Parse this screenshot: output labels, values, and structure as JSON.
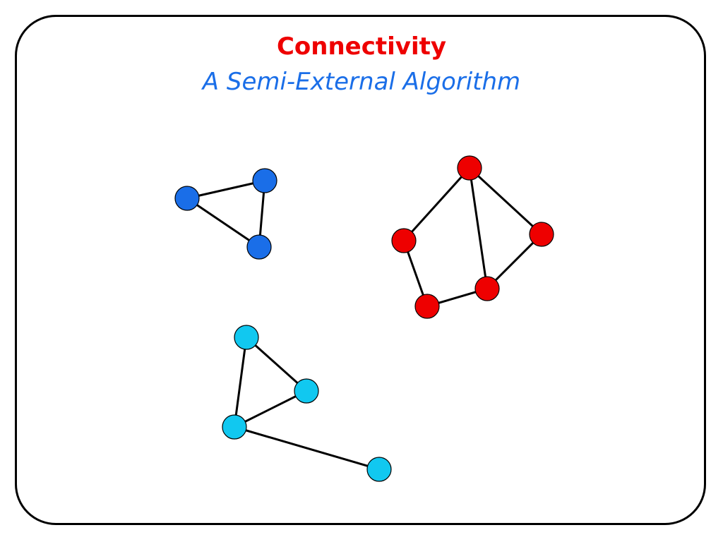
{
  "slide": {
    "title": "Connectivity",
    "subtitle": "A Semi-External Algorithm"
  },
  "colors": {
    "title": "#ee0000",
    "subtitle": "#1a6ee8",
    "component_blue": "#1a6ee8",
    "component_red": "#ee0000",
    "component_cyan": "#11c8f0"
  },
  "graph": {
    "components": [
      {
        "name": "blue",
        "color_key": "component_blue",
        "nodes": [
          "b1",
          "b2",
          "b3"
        ],
        "edges": [
          [
            "b1",
            "b2"
          ],
          [
            "b2",
            "b3"
          ],
          [
            "b1",
            "b3"
          ]
        ]
      },
      {
        "name": "red",
        "color_key": "component_red",
        "nodes": [
          "r1",
          "r2",
          "r3",
          "r4",
          "r5"
        ],
        "edges": [
          [
            "r1",
            "r2"
          ],
          [
            "r1",
            "r4"
          ],
          [
            "r2",
            "r5"
          ],
          [
            "r5",
            "r4"
          ],
          [
            "r4",
            "r3"
          ],
          [
            "r1",
            "r3"
          ]
        ]
      },
      {
        "name": "cyan",
        "color_key": "component_cyan",
        "nodes": [
          "c1",
          "c2",
          "c3",
          "c4"
        ],
        "edges": [
          [
            "c1",
            "c2"
          ],
          [
            "c1",
            "c3"
          ],
          [
            "c2",
            "c3"
          ],
          [
            "c3",
            "c4"
          ]
        ]
      }
    ]
  }
}
